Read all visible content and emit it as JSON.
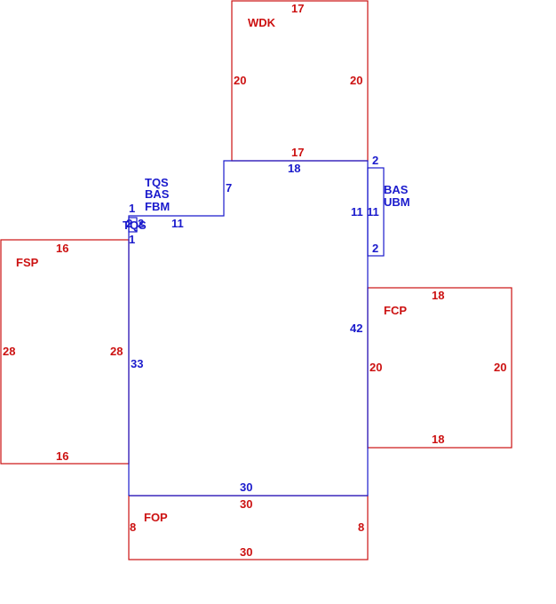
{
  "colors": {
    "red": "#cc1111",
    "blue": "#1a1acc"
  },
  "areas": {
    "wdk": {
      "code": "WDK",
      "top": "17",
      "bottom": "17",
      "left": "20",
      "right": "20"
    },
    "fsp": {
      "code": "FSP",
      "top": "16",
      "bottom": "16",
      "left": "28",
      "right": "28"
    },
    "fcp": {
      "code": "FCP",
      "top": "18",
      "bottom": "18",
      "left": "20",
      "right": "20"
    },
    "fop": {
      "code": "FOP",
      "top": "30",
      "bottom": "30",
      "left": "8",
      "right": "8"
    },
    "main": {
      "top": "18",
      "notch": "7",
      "step": "11",
      "left": "33",
      "right": "42",
      "bottom": "30"
    },
    "bas_ubm": {
      "code1": "BAS",
      "code2": "UBM",
      "top": "2",
      "bottom": "2",
      "left": "11",
      "right": "11"
    },
    "tqs_bas_fbm": {
      "code1": "TQS",
      "code2": "BAS",
      "code3": "FBM",
      "side_a": "1",
      "side_b": "1",
      "side_c": "2",
      "side_d": "2",
      "overlap": "TQS"
    }
  }
}
